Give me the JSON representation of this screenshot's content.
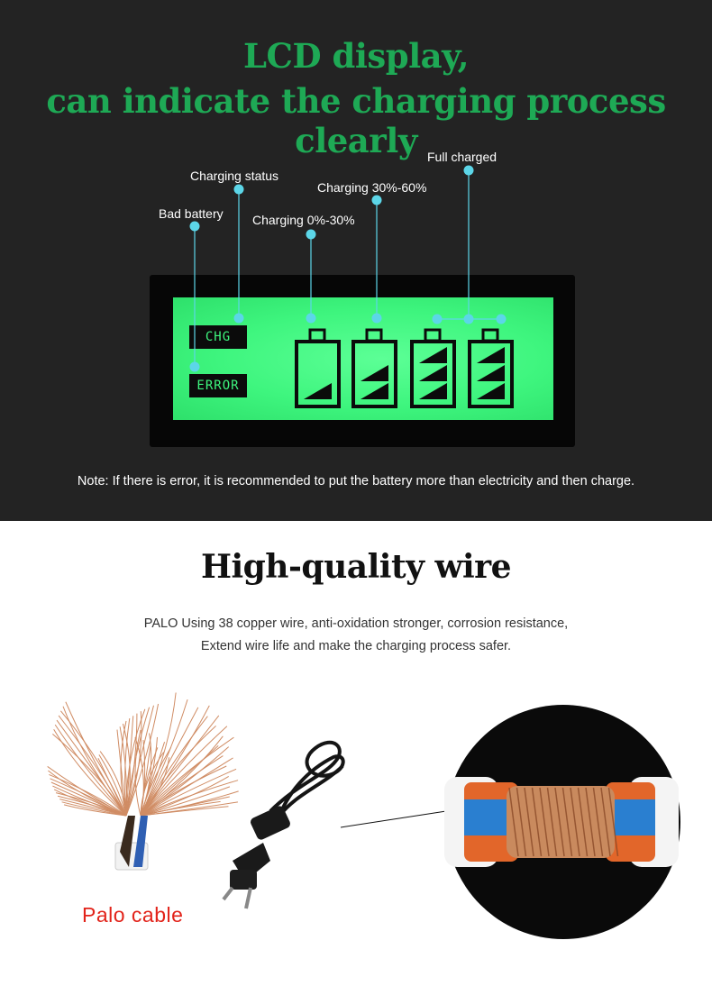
{
  "lcd_section": {
    "headline_line1": "LCD display,",
    "headline_line2": "can indicate the charging process clearly",
    "callouts": {
      "bad_battery": "Bad battery",
      "charging_status": "Charging status",
      "charging_0_30": "Charging 0%-30%",
      "charging_30_60": "Charging 30%-60%",
      "full_charged": "Full charged"
    },
    "lcd_labels": {
      "chg": "CHG",
      "error": "ERROR"
    },
    "battery_levels": [
      1,
      2,
      3,
      3
    ],
    "note": "Note: If there is error, it is recommended to put the battery more than electricity and then charge.",
    "colors": {
      "headline": "#1ea955",
      "lcd_green": "#3ef57e",
      "callout_dot": "#5cd6e8",
      "background": "#232323"
    }
  },
  "wire_section": {
    "title": "High-quality wire",
    "description_line1": "PALO Using 38 copper wire, anti-oxidation stronger, corrosion resistance,",
    "description_line2": "Extend wire life and make the charging process safer.",
    "cable_label": "Palo cable",
    "colors": {
      "cable_label": "#e2231a",
      "copper": "#c8794a",
      "insulation_orange": "#e2662a",
      "insulation_blue": "#2a7fd0"
    }
  }
}
